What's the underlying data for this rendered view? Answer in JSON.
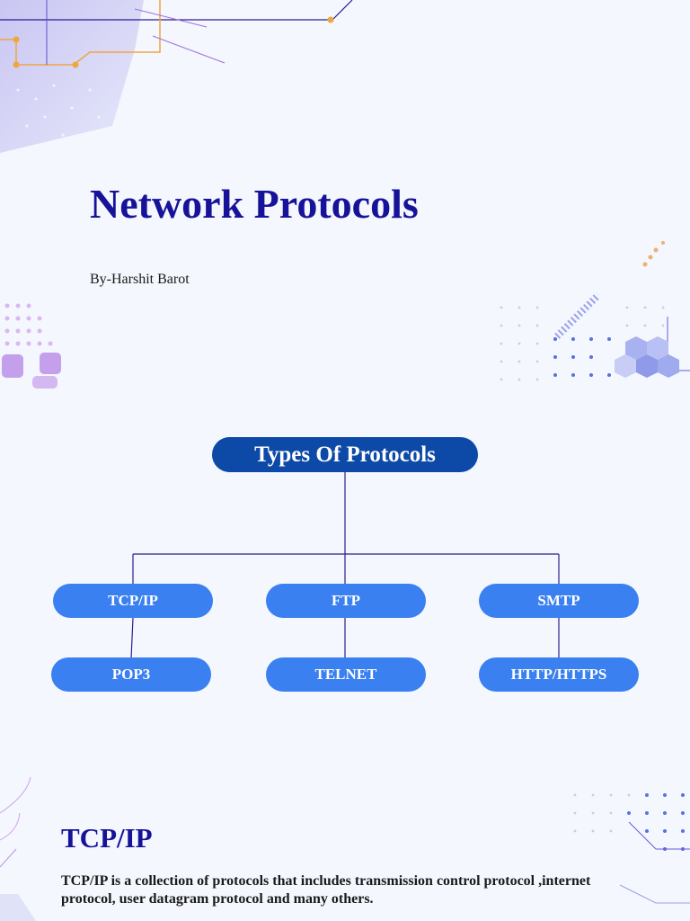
{
  "slide1": {
    "title": "Network Protocols",
    "author": "By-Harshit Barot"
  },
  "slide2": {
    "root": "Types Of Protocols",
    "row1": [
      "TCP/IP",
      "FTP",
      "SMTP"
    ],
    "row2": [
      "POP3",
      "TELNET",
      "HTTP/HTTPS"
    ]
  },
  "slide3": {
    "heading": "TCP/IP",
    "body": "TCP/IP is a collection of protocols that includes transmission control protocol ,internet protocol, user datagram protocol and many others."
  },
  "colors": {
    "background": "#f4f7fd",
    "title": "#16129a",
    "root_pill": "#0d4aa7",
    "pill": "#3a80f0",
    "connector": "#2a1f8f"
  }
}
